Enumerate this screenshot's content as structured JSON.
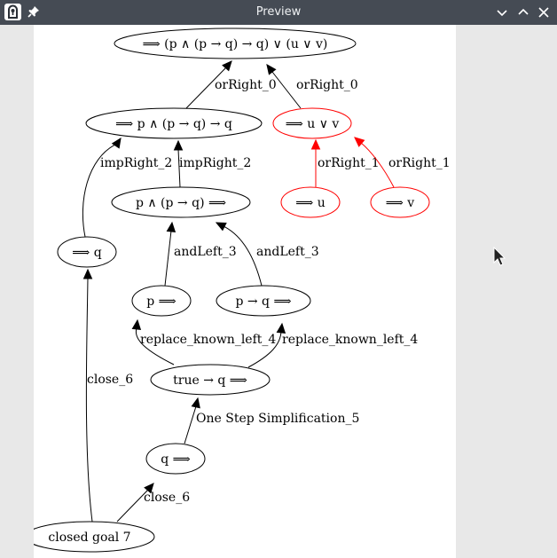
{
  "window": {
    "title": "Preview"
  },
  "icons": {
    "app": "keyhole-app-icon",
    "pin": "pin-icon",
    "minimize": "chevron-down-icon",
    "maximize": "chevron-up-icon",
    "close": "close-icon",
    "cursor": "mouse-pointer-icon"
  },
  "colors": {
    "highlight": "#ff0000",
    "normal": "#000000"
  },
  "graph": {
    "nodes": [
      {
        "id": "n0",
        "label": "⟹ (p ∧ (p → q) → q) ∨ (u ∨ v)",
        "color": "#000000"
      },
      {
        "id": "n1",
        "label": "⟹ p ∧ (p → q) → q",
        "color": "#000000"
      },
      {
        "id": "n2",
        "label": "⟹ u ∨ v",
        "color": "#ff0000"
      },
      {
        "id": "n3",
        "label": "p ∧ (p → q) ⟹",
        "color": "#000000"
      },
      {
        "id": "n4",
        "label": "⟹ u",
        "color": "#ff0000"
      },
      {
        "id": "n5",
        "label": "⟹ v",
        "color": "#ff0000"
      },
      {
        "id": "n6",
        "label": "⟹ q",
        "color": "#000000"
      },
      {
        "id": "n7",
        "label": "p ⟹",
        "color": "#000000"
      },
      {
        "id": "n8",
        "label": "p → q ⟹",
        "color": "#000000"
      },
      {
        "id": "n9",
        "label": "true → q ⟹",
        "color": "#000000"
      },
      {
        "id": "n10",
        "label": "q ⟹",
        "color": "#000000"
      },
      {
        "id": "n11",
        "label": "closed goal 7",
        "color": "#000000"
      }
    ],
    "edges": [
      {
        "from": "n1",
        "to": "n0",
        "label": "orRight_0",
        "color": "#000000"
      },
      {
        "from": "n2",
        "to": "n0",
        "label": "orRight_0",
        "color": "#000000"
      },
      {
        "from": "n6",
        "to": "n1",
        "label": "impRight_2",
        "color": "#000000"
      },
      {
        "from": "n3",
        "to": "n1",
        "label": "impRight_2",
        "color": "#000000"
      },
      {
        "from": "n4",
        "to": "n2",
        "label": "orRight_1",
        "color": "#ff0000"
      },
      {
        "from": "n5",
        "to": "n2",
        "label": "orRight_1",
        "color": "#ff0000"
      },
      {
        "from": "n7",
        "to": "n3",
        "label": "andLeft_3",
        "color": "#000000"
      },
      {
        "from": "n8",
        "to": "n3",
        "label": "andLeft_3",
        "color": "#000000"
      },
      {
        "from": "n9",
        "to": "n7",
        "label": "replace_known_left_4",
        "color": "#000000"
      },
      {
        "from": "n9",
        "to": "n8",
        "label": "replace_known_left_4",
        "color": "#000000"
      },
      {
        "from": "n10",
        "to": "n9",
        "label": "One Step Simplification_5",
        "color": "#000000"
      },
      {
        "from": "n11",
        "to": "n6",
        "label": "close_6",
        "color": "#000000"
      },
      {
        "from": "n11",
        "to": "n10",
        "label": "close_6",
        "color": "#000000"
      }
    ]
  }
}
